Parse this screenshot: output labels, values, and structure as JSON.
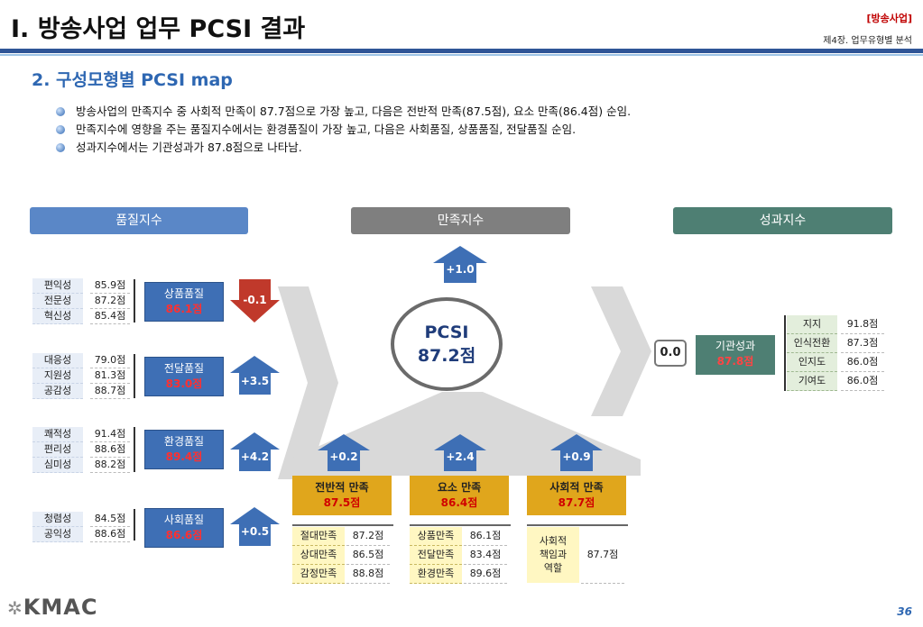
{
  "header": {
    "title": "I. 방송사업 업무 PCSI 결과",
    "section_tag": "[방송사업]",
    "chapter": "제4장. 업무유형별 분석",
    "subtitle": "2. 구성모형별 PCSI map"
  },
  "bullets": [
    "방송사업의 만족지수 중 사회적 만족이 87.7점으로 가장 높고, 다음은 전반적 만족(87.5점), 요소 만족(86.4점) 순임.",
    "만족지수에 영향을 주는 품질지수에서는 환경품질이 가장 높고, 다음은 사회품질, 상품품질, 전달품질 순임.",
    "성과지수에서는 기관성과가 87.8점으로 나타남."
  ],
  "columns": {
    "quality": "품질지수",
    "satisfaction": "만족지수",
    "performance": "성과지수"
  },
  "quality_groups": [
    {
      "name": "상품품질",
      "score": "86.1점",
      "change": "-0.1",
      "direction": "down",
      "items": [
        {
          "label": "편익성",
          "value": "85.9점"
        },
        {
          "label": "전문성",
          "value": "87.2점"
        },
        {
          "label": "혁신성",
          "value": "85.4점"
        }
      ]
    },
    {
      "name": "전달품질",
      "score": "83.0점",
      "change": "+3.5",
      "direction": "up",
      "items": [
        {
          "label": "대응성",
          "value": "79.0점"
        },
        {
          "label": "지원성",
          "value": "81.3점"
        },
        {
          "label": "공감성",
          "value": "88.7점"
        }
      ]
    },
    {
      "name": "환경품질",
      "score": "89.4점",
      "change": "+4.2",
      "direction": "up",
      "items": [
        {
          "label": "쾌적성",
          "value": "91.4점"
        },
        {
          "label": "편리성",
          "value": "88.6점"
        },
        {
          "label": "심미성",
          "value": "88.2점"
        }
      ]
    },
    {
      "name": "사회품질",
      "score": "86.6점",
      "change": "+0.5",
      "direction": "up",
      "items": [
        {
          "label": "청렴성",
          "value": "84.5점"
        },
        {
          "label": "공익성",
          "value": "88.6점"
        }
      ]
    }
  ],
  "pcsi": {
    "label": "PCSI",
    "score": "87.2점",
    "change": "+1.0"
  },
  "satisfaction_groups": [
    {
      "name": "전반적 만족",
      "score": "87.5점",
      "change": "+0.2",
      "items": [
        {
          "label": "절대만족",
          "value": "87.2점"
        },
        {
          "label": "상대만족",
          "value": "86.5점"
        },
        {
          "label": "감정만족",
          "value": "88.8점"
        }
      ]
    },
    {
      "name": "요소 만족",
      "score": "86.4점",
      "change": "+2.4",
      "items": [
        {
          "label": "상품만족",
          "value": "86.1점"
        },
        {
          "label": "전달만족",
          "value": "83.4점"
        },
        {
          "label": "환경만족",
          "value": "89.6점"
        }
      ]
    },
    {
      "name": "사회적 만족",
      "score": "87.7점",
      "change": "+0.9",
      "items": [
        {
          "label": "사회적 책임과 역할",
          "value": "87.7점"
        }
      ]
    }
  ],
  "performance": {
    "change": "0.0",
    "name": "기관성과",
    "score": "87.8점",
    "items": [
      {
        "label": "지지",
        "value": "91.8점"
      },
      {
        "label": "인식전환",
        "value": "87.3점"
      },
      {
        "label": "인지도",
        "value": "86.0점"
      },
      {
        "label": "기여도",
        "value": "86.0점"
      }
    ]
  },
  "colors": {
    "accent_blue": "#2e67b2",
    "quality_head": "#5a87c7",
    "satisfaction_head": "#7f7f7f",
    "performance_head": "#4e7f73",
    "down_arrow": "#c0392b",
    "gold": "#e0a61c"
  },
  "footer": {
    "logo": "KMAC",
    "page": "36"
  }
}
